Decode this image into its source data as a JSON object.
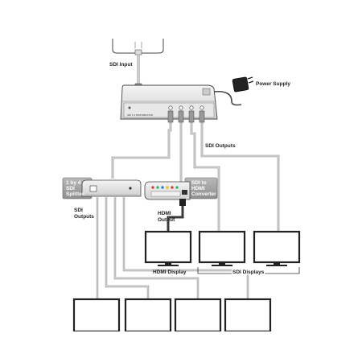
{
  "labels": {
    "sdi_input": "SDI Input",
    "power_supply": "Power Supply",
    "sdi_outputs_top": "SDI Outputs",
    "splitter_line1": "1 by 4",
    "splitter_line2": "SDI",
    "splitter_line3": "Splitter",
    "converter_line1": "SDI to",
    "converter_line2": "HDMI",
    "converter_line3": "Converter",
    "hdmi_output_line1": "HDMI",
    "hdmi_output_line2": "Output",
    "sdi_outputs_left_line1": "SDI",
    "sdi_outputs_left_line2": "Outputs",
    "hdmi_display": "HDMI Display",
    "sdi_displays": "SDI Displays"
  }
}
